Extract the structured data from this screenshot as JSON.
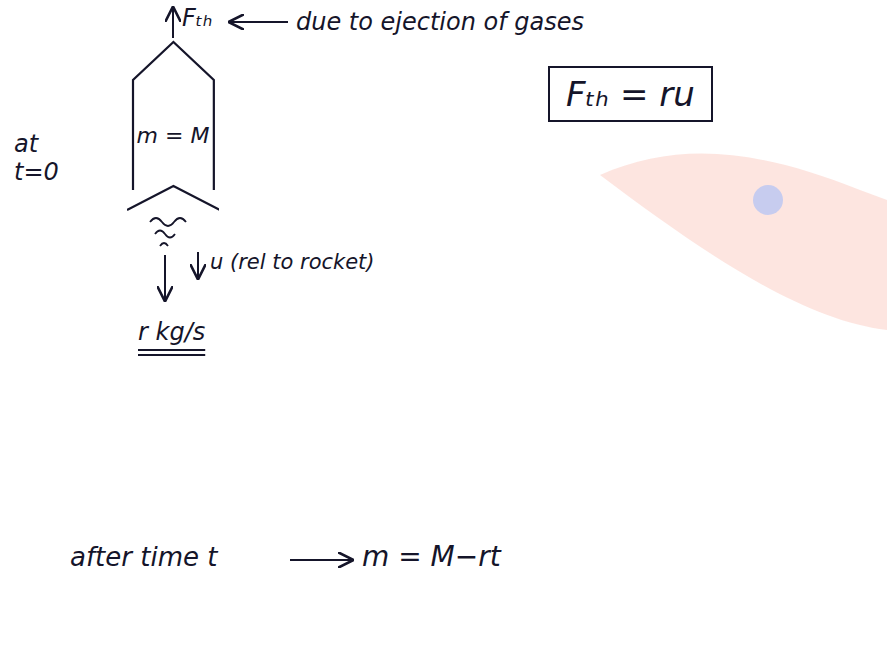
{
  "diagram": {
    "nodes": [
      {
        "text": [
          "m = M"
        ]
      },
      {
        "text": [
          "Fₜₕ = ru"
        ]
      }
    ],
    "labels": [
      "Fₜₕ",
      "due to ejection of gases",
      "at t=0",
      "u (rel to rocket)",
      "r kg/s",
      "after time t",
      "m = M−rt"
    ]
  }
}
